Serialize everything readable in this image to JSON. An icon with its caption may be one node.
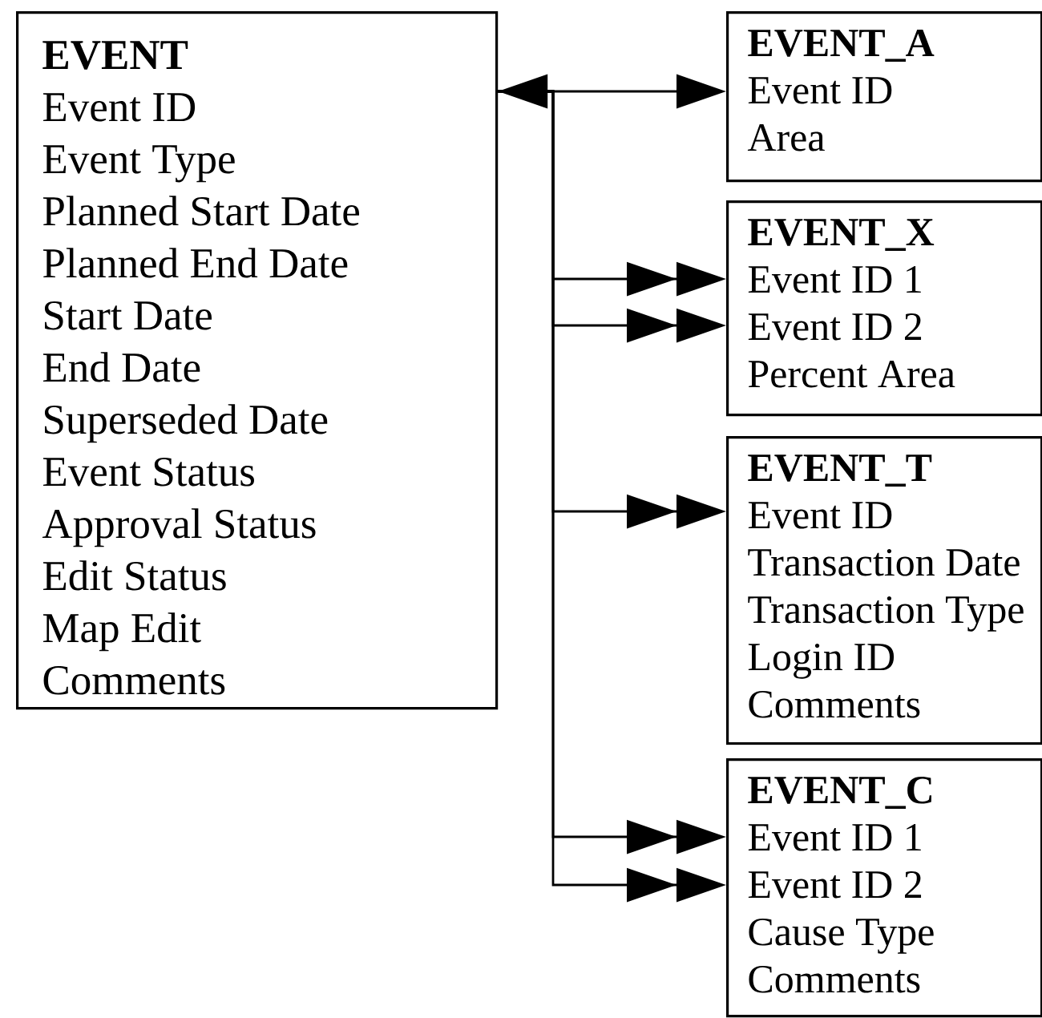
{
  "diagram": {
    "nodes": [
      {
        "text": [
          "EVENT",
          "Event ID",
          "Event Type",
          "Planned Start Date",
          "Planned End Date",
          "Start Date",
          "End Date",
          "Superseded Date",
          "Event Status",
          "Approval Status",
          "Edit Status",
          "Map Edit",
          "Comments"
        ]
      },
      {
        "text": [
          "EVENT_A",
          "Event ID",
          "Area"
        ]
      },
      {
        "text": [
          "EVENT_X",
          "Event ID 1",
          "Event ID 2",
          "Percent Area"
        ]
      },
      {
        "text": [
          "EVENT_T",
          "Event ID",
          "Transaction Date",
          "Transaction Type",
          "Login ID",
          "Comments"
        ]
      },
      {
        "text": [
          "EVENT_C",
          "Event ID 1",
          "Event ID 2",
          "Cause Type",
          "Comments"
        ]
      }
    ],
    "edges": [
      {
        "from": 0,
        "to": 1,
        "arrow": "both"
      },
      {
        "from": 0,
        "to": 2,
        "arrow": "to"
      },
      {
        "from": 0,
        "to": 2,
        "arrow": "to"
      },
      {
        "from": 0,
        "to": 3,
        "arrow": "to"
      },
      {
        "from": 0,
        "to": 4,
        "arrow": "to"
      },
      {
        "from": 0,
        "to": 4,
        "arrow": "to"
      }
    ]
  }
}
